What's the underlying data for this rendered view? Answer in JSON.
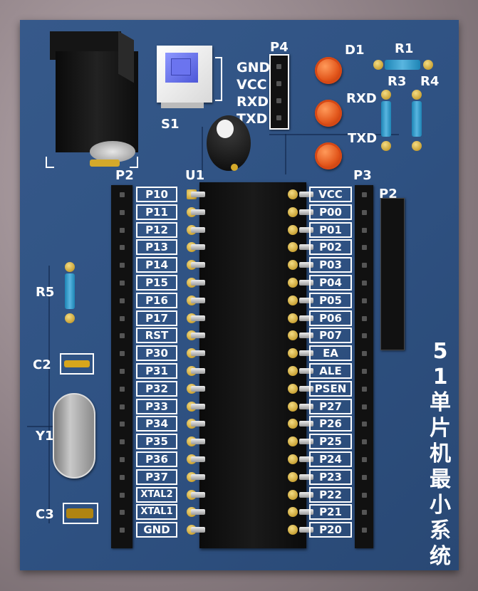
{
  "labels": {
    "P4": "P4",
    "D1": "D1",
    "R1": "R1",
    "R3": "R3",
    "R4": "R4",
    "S1": "S1",
    "P2_left": "P2",
    "U1": "U1",
    "P3": "P3",
    "P2_right": "P2",
    "R5": "R5",
    "C2": "C2",
    "Y1": "Y1",
    "C3": "C3",
    "RXD": "RXD",
    "TXD": "TXD"
  },
  "p4_pins": [
    "GND",
    "VCC",
    "RXD",
    "TXD"
  ],
  "left_pins": [
    "P10",
    "P11",
    "P12",
    "P13",
    "P14",
    "P15",
    "P16",
    "P17",
    "RST",
    "P30",
    "P31",
    "P32",
    "P33",
    "P34",
    "P35",
    "P36",
    "P37",
    "XTAL2",
    "XTAL1",
    "GND"
  ],
  "right_pins": [
    "VCC",
    "P00",
    "P01",
    "P02",
    "P03",
    "P04",
    "P05",
    "P06",
    "P07",
    "EA",
    "ALE",
    "PSEN",
    "P27",
    "P26",
    "P25",
    "P24",
    "P23",
    "P22",
    "P21",
    "P20"
  ],
  "board_title": "51单片机最小系统",
  "colors": {
    "board": "#2f5283",
    "silk": "#ffffff",
    "led": "#e2561b",
    "pad": "#c9a235"
  }
}
